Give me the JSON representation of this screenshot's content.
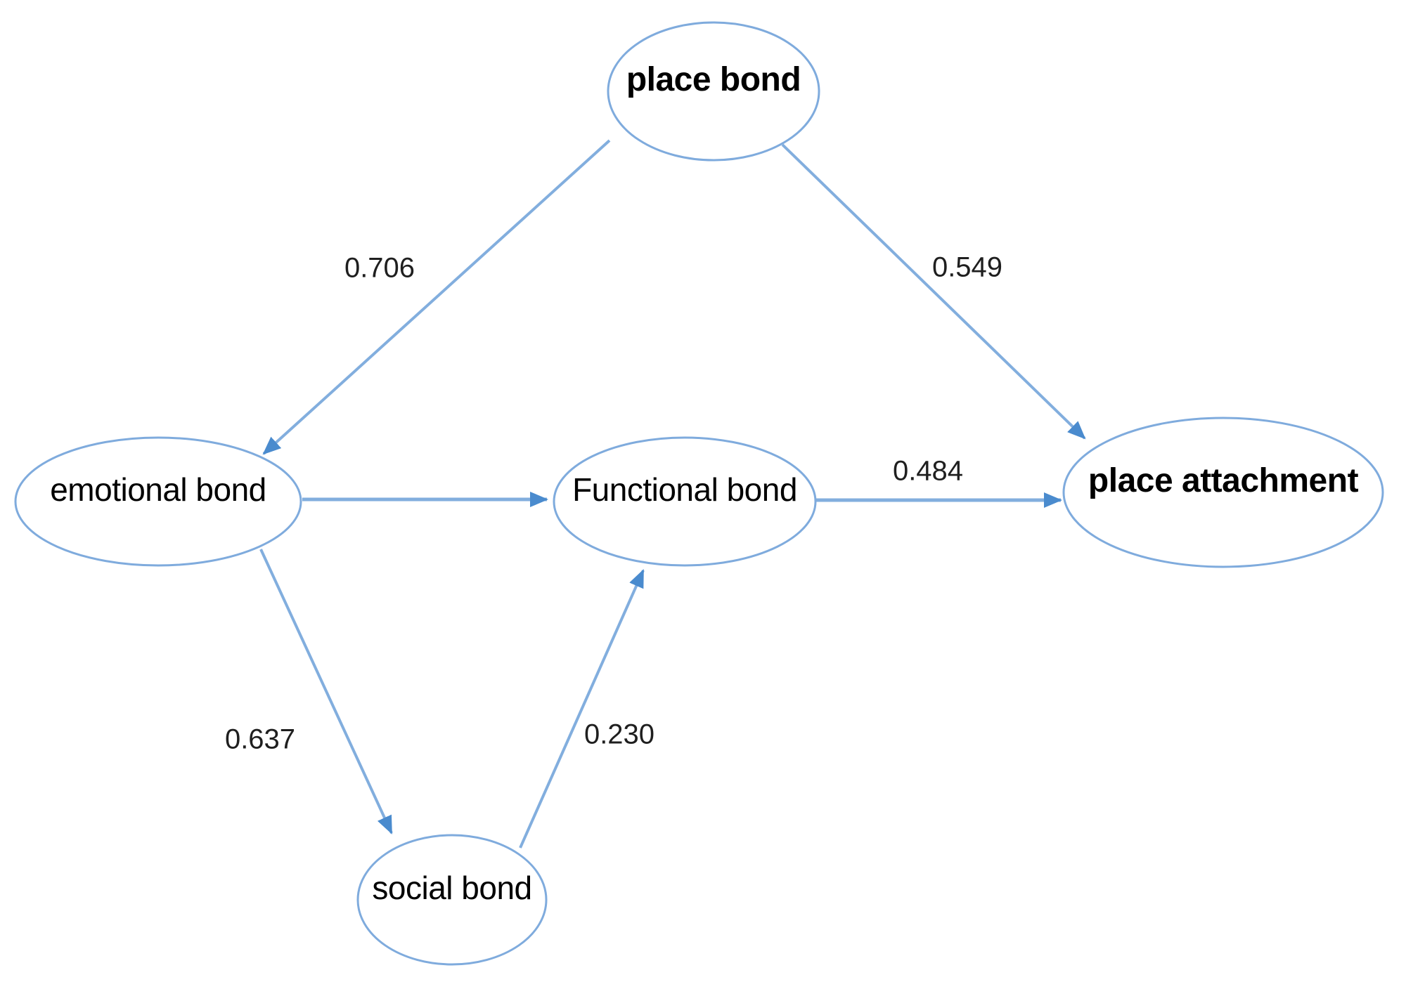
{
  "figure": {
    "type": "path-diagram",
    "background": "#ffffff",
    "colors": {
      "ellipse_stroke": "#7fabdd",
      "line": "#82aede",
      "arrowhead": "#4a8bce",
      "edge_label_text": "#1f1f1f",
      "node_text": "#000000"
    },
    "nodes": [
      {
        "id": "place-bond",
        "label": "place bond",
        "emphasis": "bold"
      },
      {
        "id": "emotional-bond",
        "label": "emotional bond",
        "emphasis": "regular"
      },
      {
        "id": "functional-bond",
        "label": "Functional bond",
        "emphasis": "regular"
      },
      {
        "id": "place-attachment",
        "label": "place attachment",
        "emphasis": "bold"
      },
      {
        "id": "social-bond",
        "label": "social bond",
        "emphasis": "regular"
      }
    ],
    "edges": [
      {
        "from": "place bond",
        "to": "emotional bond",
        "label": "0.706"
      },
      {
        "from": "place bond",
        "to": "place attachment",
        "label": "0.549"
      },
      {
        "from": "emotional bond",
        "to": "Functional bond"
      },
      {
        "from": "Functional bond",
        "to": "place attachment",
        "label": "0.484"
      },
      {
        "from": "emotional bond",
        "to": "social bond",
        "label": "0.637"
      },
      {
        "from": "social bond",
        "to": "Functional bond",
        "label": "0.230"
      }
    ]
  }
}
